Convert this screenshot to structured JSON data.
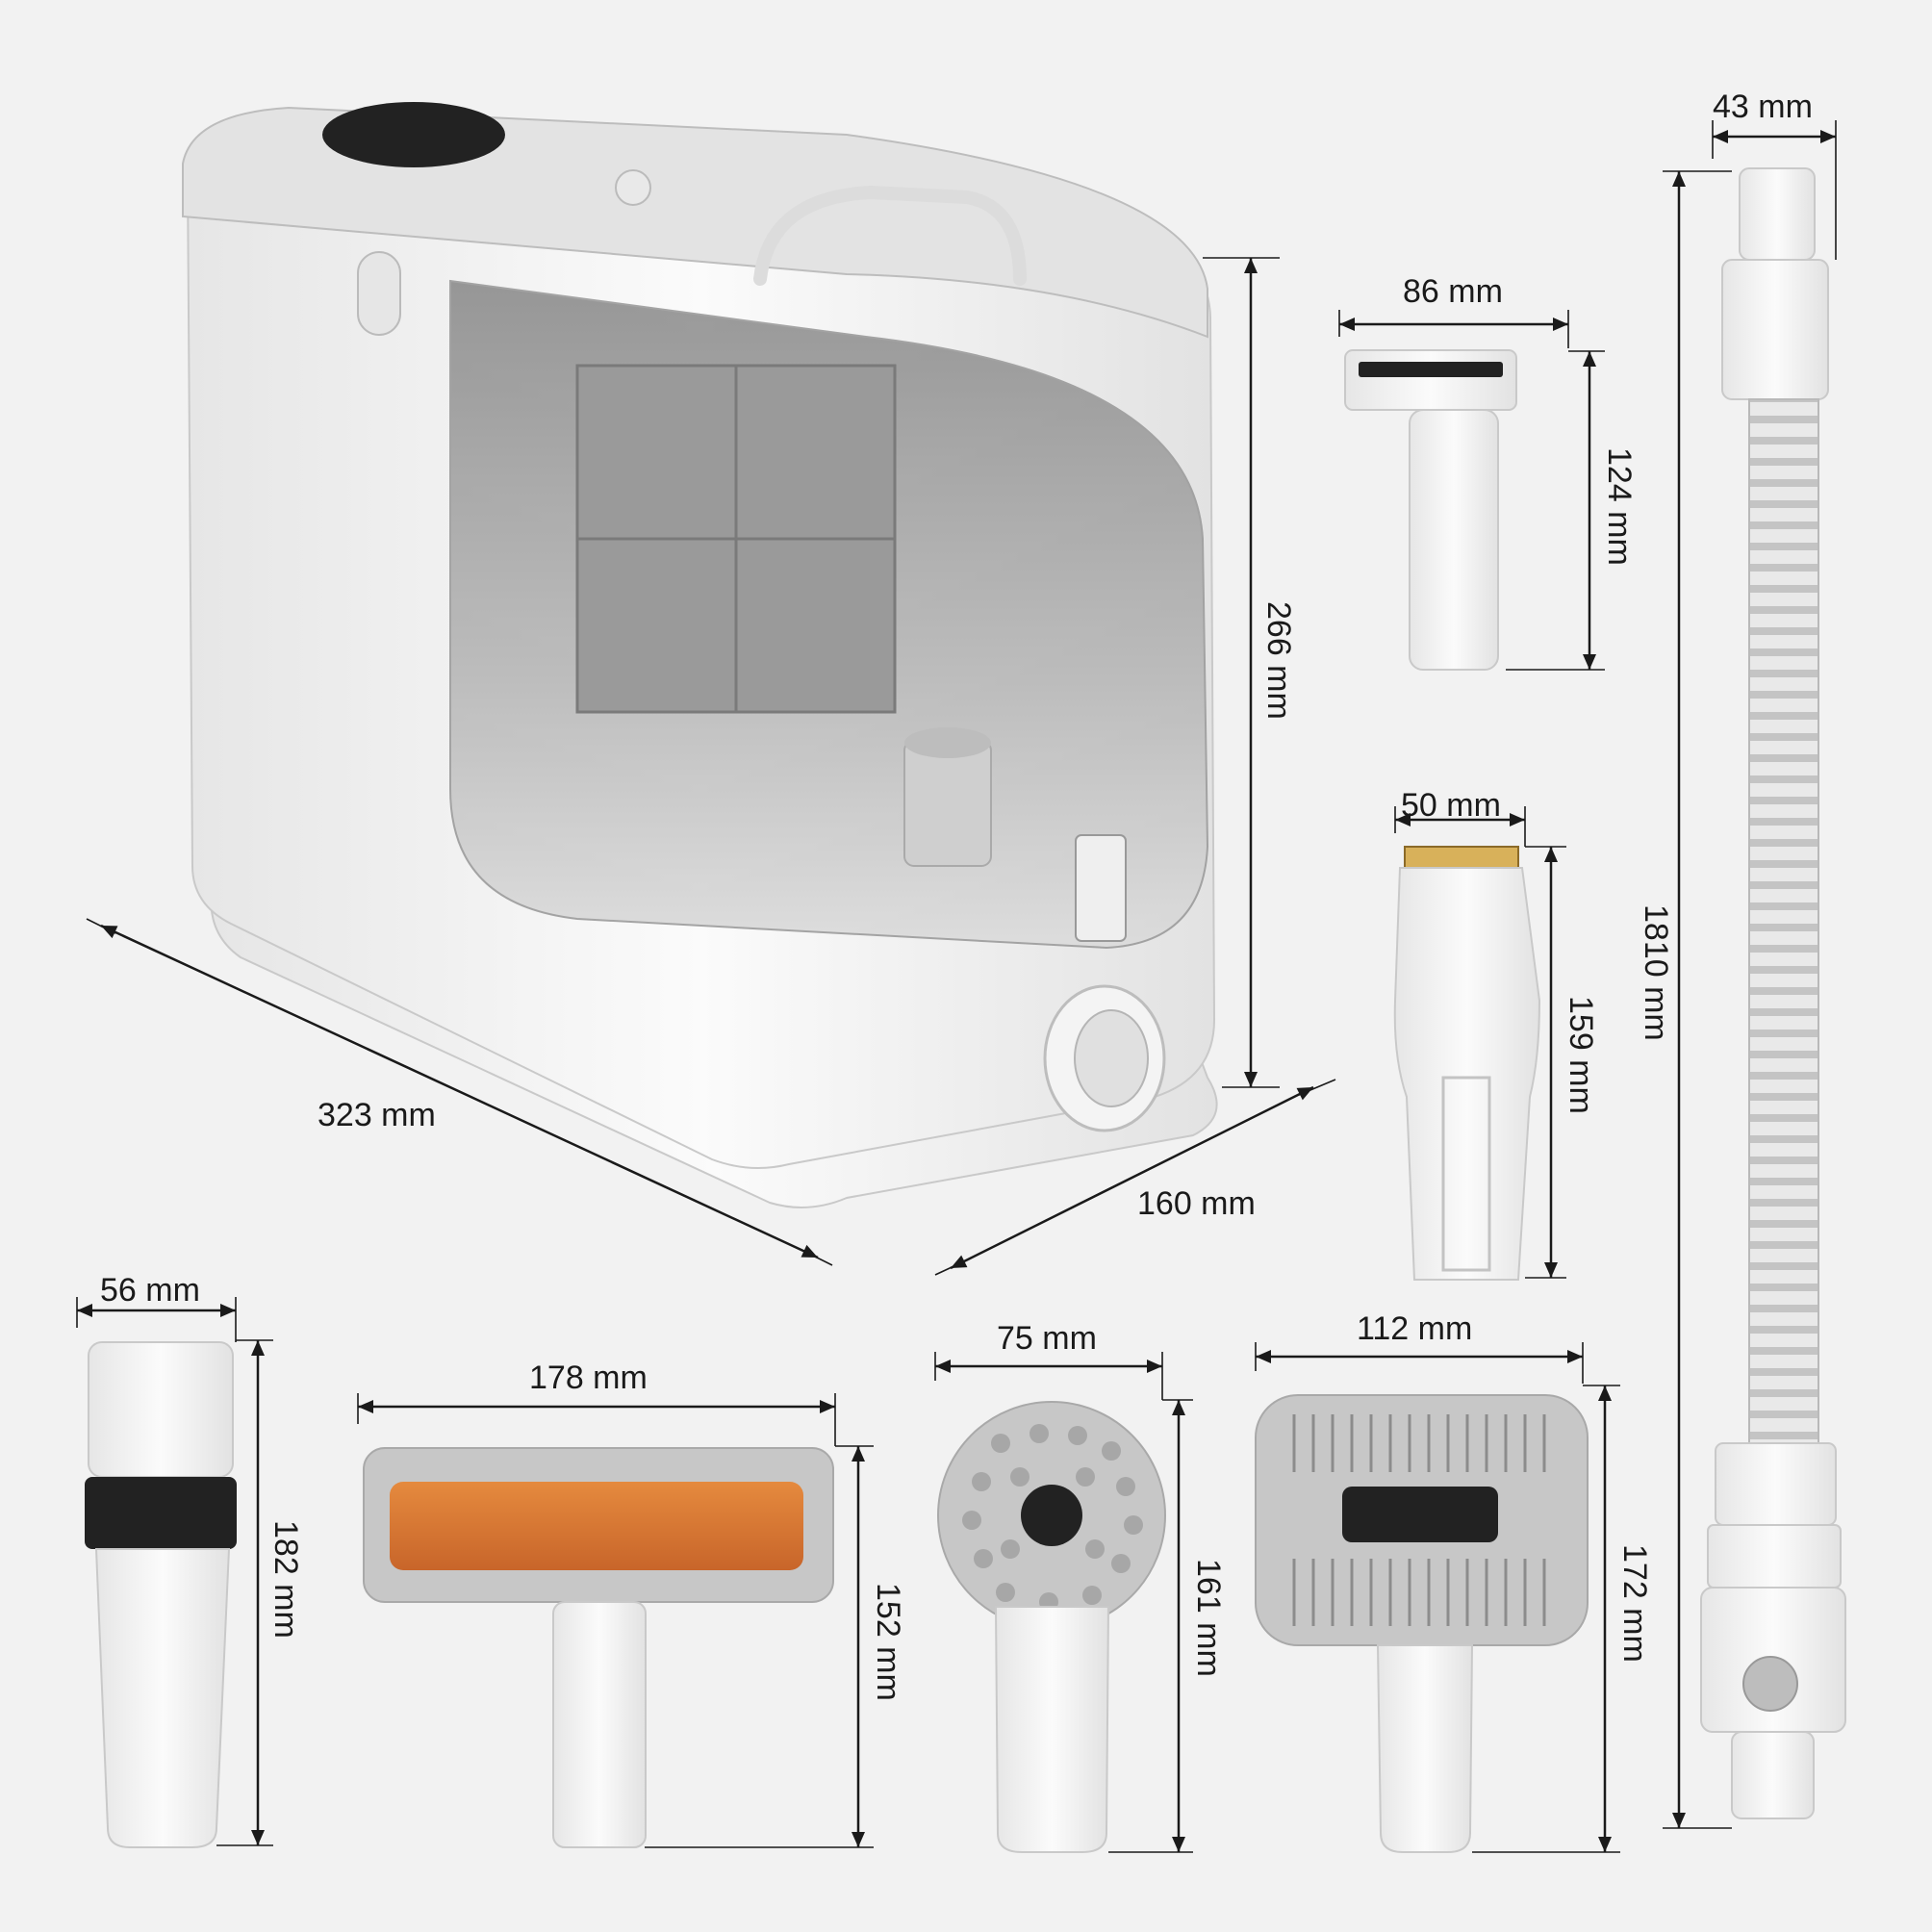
{
  "dimensions": {
    "main_width": "323 mm",
    "main_depth": "160 mm",
    "main_height": "266 mm",
    "hose_diameter": "43 mm",
    "hose_length": "1810 mm",
    "deshedding_width": "86 mm",
    "deshedding_height": "124 mm",
    "clipper_width": "50 mm",
    "clipper_height": "159 mm",
    "brush_nozzle_width": "56 mm",
    "brush_nozzle_height": "182 mm",
    "roller_width": "178 mm",
    "roller_height": "152 mm",
    "massage_width": "75 mm",
    "massage_height": "161 mm",
    "slicker_width": "112 mm",
    "slicker_height": "172 mm"
  },
  "colors": {
    "background": "#f2f2f2",
    "product_white": "#f7f7f7",
    "product_grey": "#c7c7c7",
    "roller_orange": "#d9762e",
    "dimension_ink": "#1a1a1a"
  }
}
